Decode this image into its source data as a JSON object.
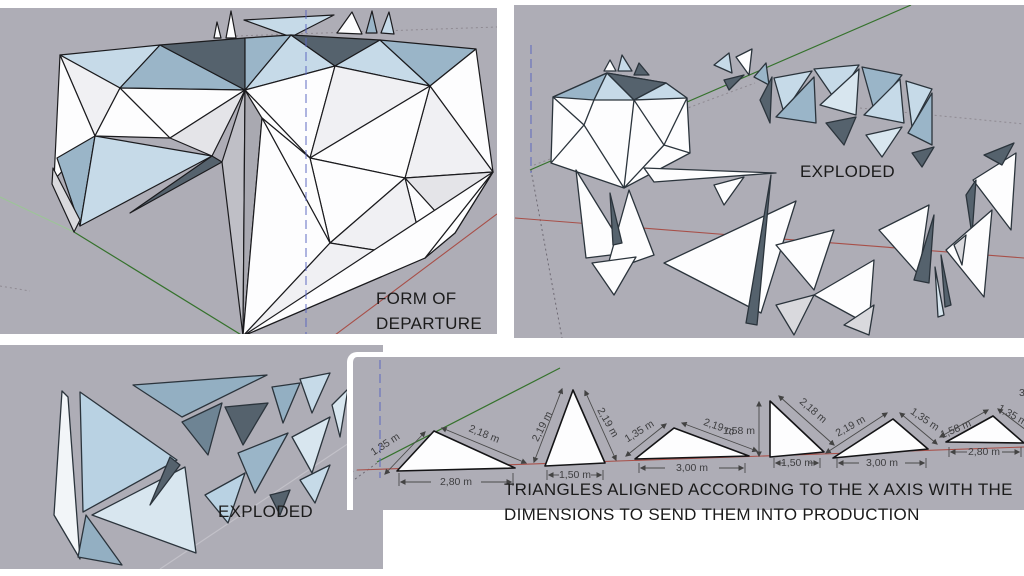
{
  "panels": {
    "form_of_departure": {
      "caption_line1": "FORM OF",
      "caption_line2": "DEPARTURE"
    },
    "exploded_top_right": {
      "caption": "EXPLODED"
    },
    "exploded_bottom_left": {
      "caption": "EXPLODED"
    },
    "production": {
      "caption_line1": "TRIANGLES ALIGNED ACCORDING TO THE X AXIS WITH THE",
      "caption_line2": "DIMENSIONS TO SEND THEM INTO PRODUCTION",
      "triangles": [
        {
          "side_left": "1,35 m",
          "side_right": "2,18 m",
          "base": "2,80 m"
        },
        {
          "side_left": "2,19 m",
          "side_right": "2,19 m",
          "base": "1,50 m"
        },
        {
          "side_left": "1,35 m",
          "side_right": "2,19 m",
          "base": "3,00 m"
        },
        {
          "side_left": "1,58 m",
          "side_right": "2,18 m",
          "base": "1,50 m"
        },
        {
          "side_left": "2,19 m",
          "side_right": "1,35 m",
          "base": "3,00 m"
        },
        {
          "side_left": "1,58 m",
          "side_right": "1,35 m",
          "base": "2,80 m",
          "clipped_label": "3"
        }
      ]
    }
  },
  "colors": {
    "viewport_background": "#AEADB6",
    "facet_white": "#FDFDFE",
    "facet_gray": "#D9D9DD",
    "facet_dark_slate": "#55626D",
    "facet_light_blue": "#C6DAE8",
    "facet_steel_blue": "#9AB5C8",
    "axis_red": "#A84F48",
    "axis_green": "#35722C",
    "axis_blue": "#5A66C0",
    "dimension_text": "#3E3E40",
    "caption_text": "#1B1B1B"
  }
}
